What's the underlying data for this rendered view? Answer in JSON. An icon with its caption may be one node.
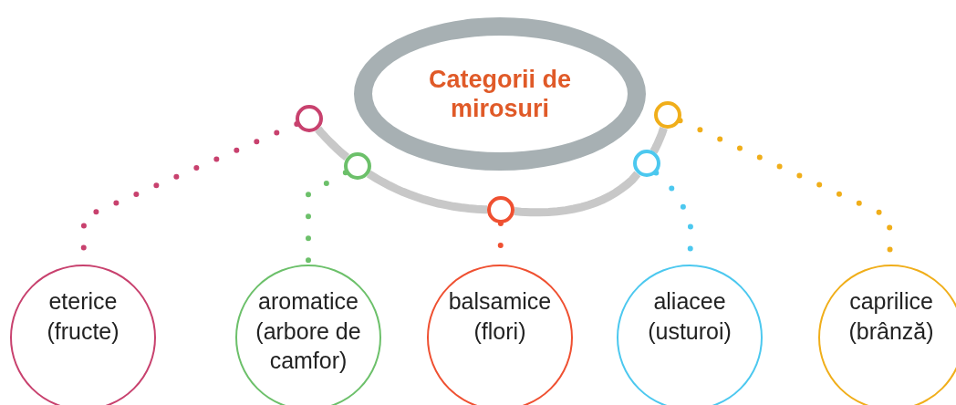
{
  "diagram": {
    "nodes": [
      {
        "text": [
          "Categorii de mirosuri"
        ]
      },
      {
        "text": [],
        "shape": "circle"
      },
      {
        "text": [],
        "shape": "circle"
      },
      {
        "text": [],
        "shape": "circle"
      },
      {
        "text": [],
        "shape": "circle"
      },
      {
        "text": [],
        "shape": "circle"
      },
      {
        "text": [
          "eterice (fructe)"
        ]
      },
      {
        "text": [
          "aromatice (arbore de camfor)"
        ]
      },
      {
        "text": [
          "balsamice (flori)"
        ]
      },
      {
        "text": [
          "aliacee (usturoi)"
        ]
      },
      {
        "text": [
          "caprilice (brânză)"
        ]
      }
    ],
    "edges": [
      {
        "from": 1,
        "to": 2,
        "arrow": "none",
        "color": "#c8c8c8"
      },
      {
        "from": 2,
        "to": 3,
        "arrow": "none",
        "color": "#c8c8c8"
      },
      {
        "from": 3,
        "to": 4,
        "arrow": "none",
        "color": "#c8c8c8"
      },
      {
        "from": 4,
        "to": 5,
        "arrow": "none",
        "color": "#c8c8c8"
      },
      {
        "from": 1,
        "to": 6,
        "arrow": "none",
        "style": "dashed",
        "color": "#c8416e"
      },
      {
        "from": 2,
        "to": 7,
        "arrow": "none",
        "style": "dashed",
        "color": "#6cc06a"
      },
      {
        "from": 3,
        "to": 8,
        "arrow": "none",
        "style": "dashed",
        "color": "#ef5031"
      },
      {
        "from": 4,
        "to": 9,
        "arrow": "none",
        "style": "dashed",
        "color": "#4cc8ef"
      },
      {
        "from": 5,
        "to": 10,
        "arrow": "none",
        "style": "dashed",
        "color": "#f0ae1a"
      }
    ]
  }
}
